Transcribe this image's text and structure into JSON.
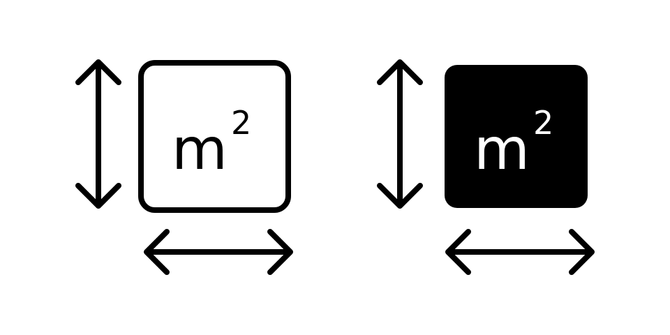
{
  "icons": {
    "outline": {
      "unit": "m",
      "exponent": "2",
      "stroke_color": "#000000",
      "fill_color": "#ffffff"
    },
    "filled": {
      "unit": "m",
      "exponent": "2",
      "fill_color": "#000000",
      "text_color": "#ffffff"
    }
  }
}
